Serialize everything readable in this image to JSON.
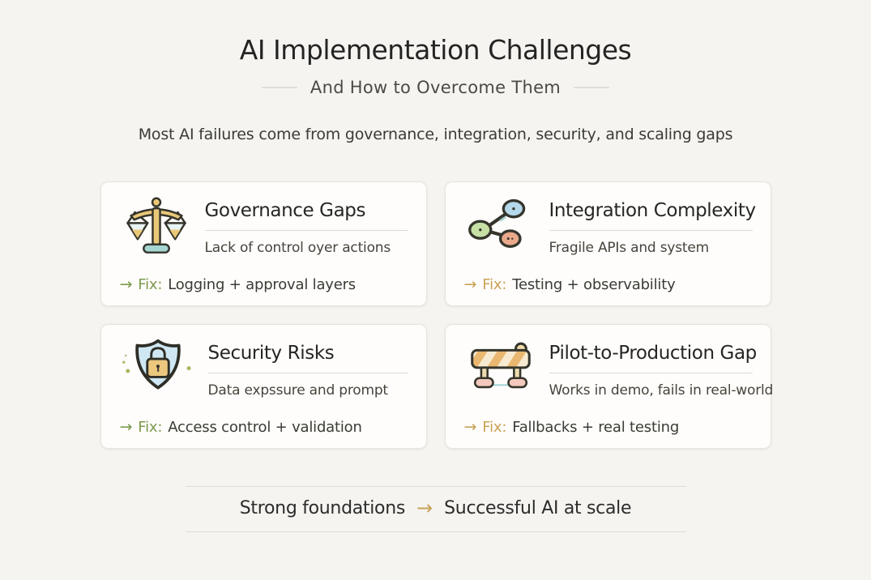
{
  "page": {
    "title": "AI Implementation Challenges",
    "subtitle": "And How to Overcome Them",
    "intro": "Most AI failures come from governance, integration, security, and scaling gaps"
  },
  "cards": [
    {
      "icon": "balance-scales-icon",
      "title": "Governance Gaps",
      "description": "Lack of control oyer actions",
      "fix": {
        "arrow": "→",
        "label": "Fix:",
        "text": "Logging + approval layers",
        "accent_color": "#7d9a4e"
      }
    },
    {
      "icon": "network-nodes-icon",
      "title": "Integration Complexity",
      "description": "Fragile APIs and system",
      "fix": {
        "arrow": "→",
        "label": "Fix:",
        "text": "Testing + observability",
        "accent_color": "#c9a256"
      }
    },
    {
      "icon": "shield-lock-icon",
      "title": "Security Risks",
      "description": "Data expssure and prompt",
      "fix": {
        "arrow": "→",
        "label": "Fix:",
        "text": "Access control + validation",
        "accent_color": "#7d9a4e"
      }
    },
    {
      "icon": "barrier-icon",
      "title": "Pilot-to-Production Gap",
      "description": "Works in demo, fails in real-world",
      "fix": {
        "arrow": "→",
        "label": "Fix:",
        "text": "Fallbacks + real testing",
        "accent_color": "#c9a256"
      }
    }
  ],
  "footer": {
    "left_text": "Strong foundations",
    "arrow": "→",
    "right_text": "Successful AI at scale",
    "arrow_color": "#c9a256"
  },
  "colors": {
    "page_background": "#f5f4f1",
    "card_background": "#fefdfb",
    "accent_green": "#7d9a4e",
    "accent_gold": "#c9a256",
    "text_primary": "#262624",
    "text_secondary": "#45443c",
    "divider": "#dcd9d2"
  }
}
